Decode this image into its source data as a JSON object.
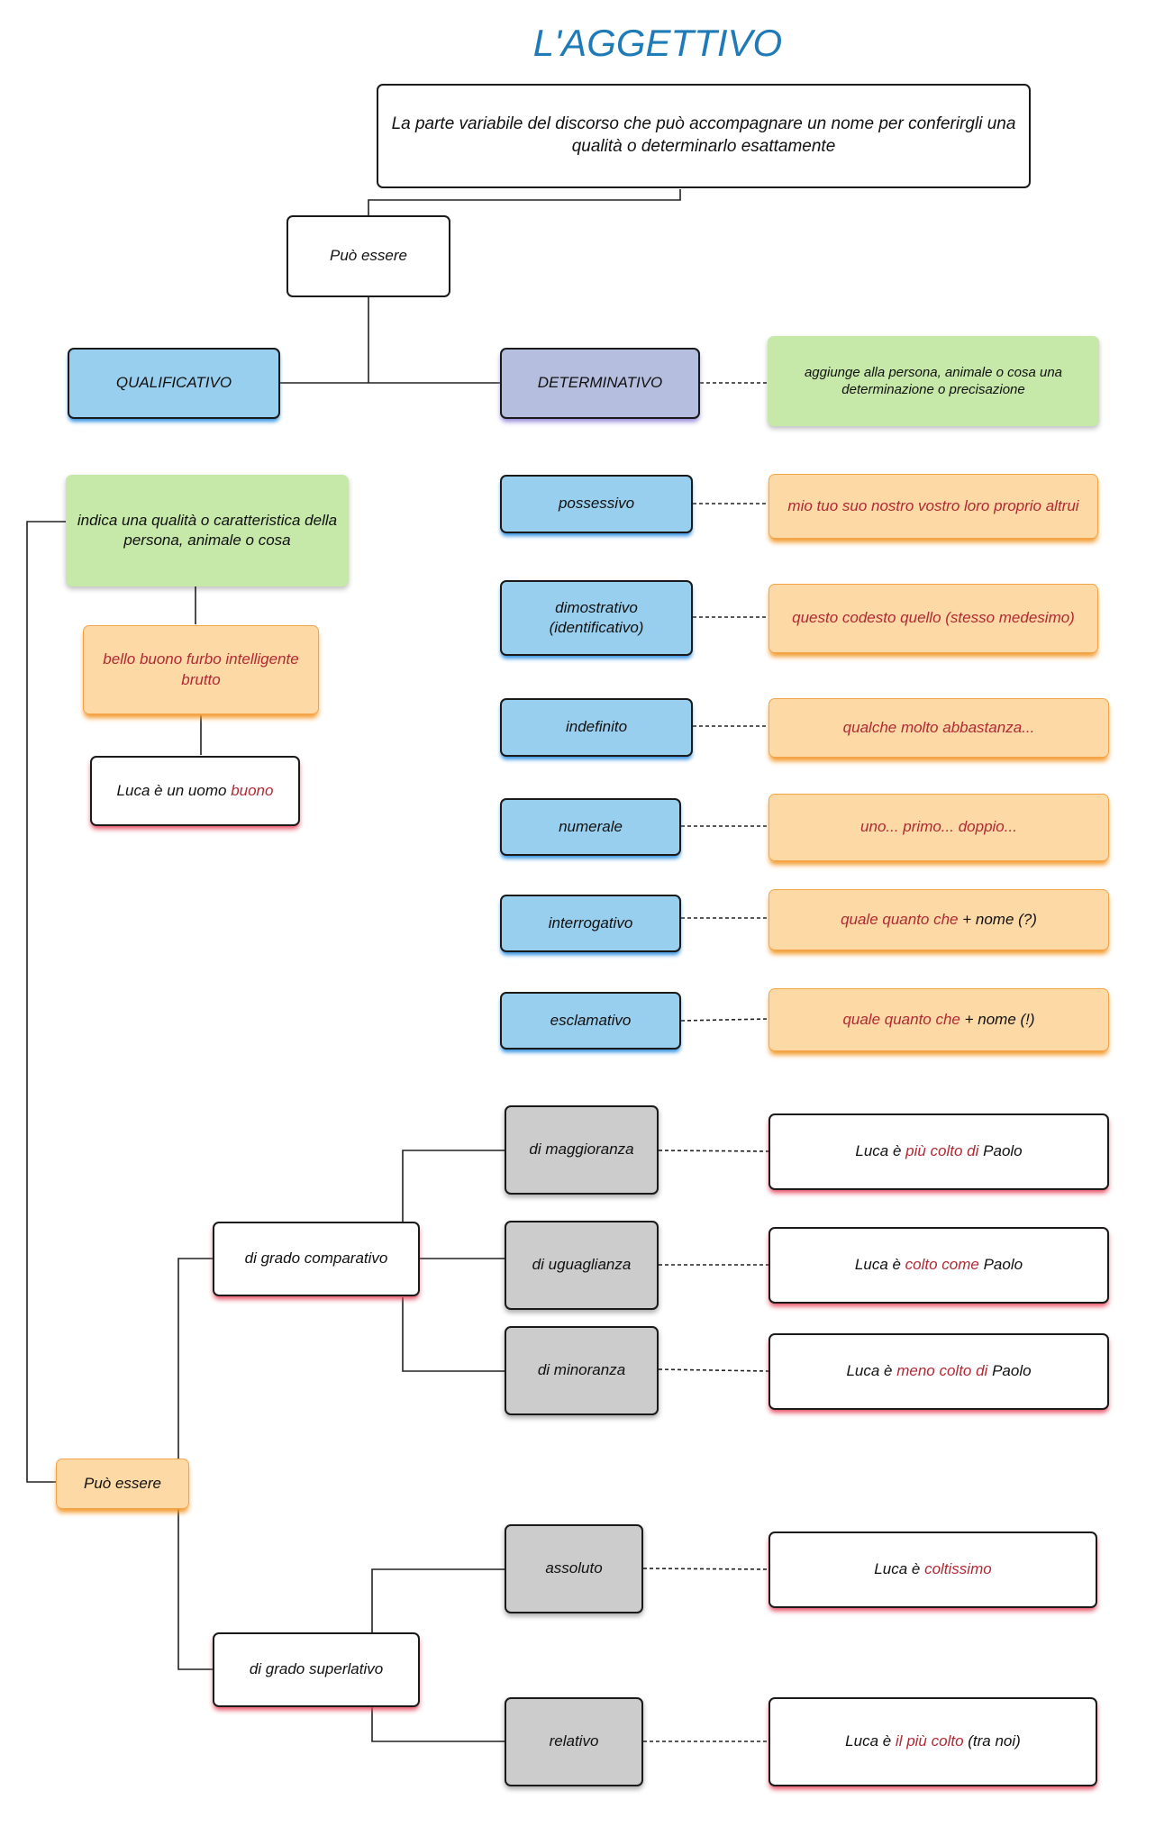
{
  "title": "L'AGGETTIVO",
  "definition": "La parte variabile del discorso che può accompagnare un nome per conferirgli una qualità o determinarlo esattamente",
  "puo_essere_top": "Può essere",
  "qualificativo": {
    "label": "QUALIFICATIVO",
    "description": "indica una qualità o caratteristica della persona, animale o cosa",
    "examples": "bello buono furbo intelligente brutto",
    "sentence": {
      "pre": "Luca è un uomo ",
      "hl": "buono"
    }
  },
  "determinativo": {
    "label": "DETERMINATIVO",
    "description": "aggiunge alla persona, animale o cosa una determinazione o precisazione",
    "types": [
      {
        "label": "possessivo",
        "example": "mio tuo suo nostro vostro loro proprio altrui"
      },
      {
        "label": "dimostrativo (identificativo)",
        "example": "questo codesto quello (stesso medesimo)"
      },
      {
        "label": "indefinito",
        "example": "qualche molto abbastanza..."
      },
      {
        "label": "numerale",
        "example": "uno... primo... doppio..."
      },
      {
        "label": "interrogativo",
        "example_hl": "quale quanto che",
        "example_rest": " + nome (?)"
      },
      {
        "label": "esclamativo",
        "example_hl": "quale quanto che",
        "example_rest": " + nome (!)"
      }
    ]
  },
  "puo_essere_bottom": "Può essere",
  "comparativo": {
    "label": "di grado comparativo",
    "items": [
      {
        "label": "di maggioranza",
        "s1": "Luca è ",
        "hl": "più colto di",
        "s2": " Paolo"
      },
      {
        "label": "di uguaglianza",
        "s1": "Luca è ",
        "hl": "colto come",
        "s2": " Paolo"
      },
      {
        "label": "di minoranza",
        "s1": "Luca è ",
        "hl": "meno colto di",
        "s2": " Paolo"
      }
    ]
  },
  "superlativo": {
    "label": "di grado superlativo",
    "items": [
      {
        "label": "assoluto",
        "s1": "Luca è ",
        "hl": "coltissimo",
        "s2": ""
      },
      {
        "label": "relativo",
        "s1": "Luca è ",
        "hl": "il più colto",
        "s2": " (tra noi)"
      }
    ]
  }
}
